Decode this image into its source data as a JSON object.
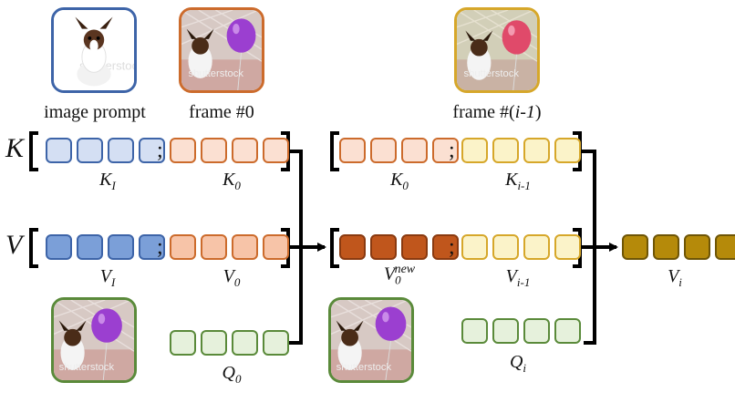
{
  "captions": {
    "image_prompt": "image prompt",
    "frame0": "frame #0",
    "frame_prev_prefix": "frame #(",
    "frame_prev_idx": "i-1",
    "frame_prev_suffix": ")"
  },
  "rows": {
    "K": "K",
    "V": "V"
  },
  "semicolon": ";",
  "labels": {
    "K_I": {
      "base": "K",
      "sub": "I"
    },
    "K_0": {
      "base": "K",
      "sub": "0"
    },
    "V_I": {
      "base": "V",
      "sub": "I"
    },
    "V_0": {
      "base": "V",
      "sub": "0"
    },
    "Q_0": {
      "base": "Q",
      "sub": "0"
    },
    "K_0b": {
      "base": "K",
      "sub": "0"
    },
    "K_prev": {
      "base": "K",
      "sub": "i-1"
    },
    "V_0new": {
      "base": "V",
      "sub": "0",
      "sup": "new"
    },
    "V_prev": {
      "base": "V",
      "sub": "i-1"
    },
    "Q_i": {
      "base": "Q",
      "sub": "i"
    },
    "V_i": {
      "base": "V",
      "sub": "i"
    }
  },
  "watermark": "shutterstock",
  "colors": {
    "blue_light_fill": "#d4dff3",
    "blue_stroke": "#3d64a8",
    "blue_fill": "#7b9fd8",
    "orange_light_fill": "#fbe0d2",
    "orange_stroke": "#cc6b2c",
    "orange_fill": "#f7c4a8",
    "orange_dark_fill": "#c0561c",
    "orange_dark_stroke": "#8a3a10",
    "gold_light_fill": "#fbf3c9",
    "gold_stroke": "#d6a72a",
    "green_light_fill": "#e6f1dc",
    "green_stroke": "#5a8a3a",
    "olive_fill": "#b58a0a",
    "olive_stroke": "#6e5506",
    "arrow": "#000000"
  }
}
